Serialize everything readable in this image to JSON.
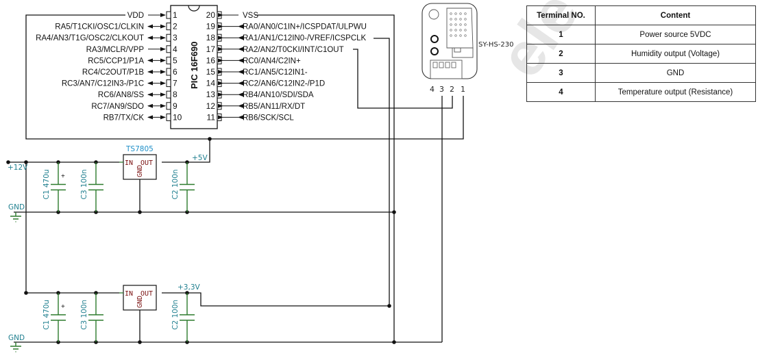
{
  "chip": {
    "name": "PIC 16F690",
    "left_pins": [
      {
        "num": "1",
        "label": "VDD",
        "dir": "in"
      },
      {
        "num": "2",
        "label": "RA5/T1CKI/OSC1/CLKIN",
        "dir": "bi"
      },
      {
        "num": "3",
        "label": "RA4/AN3/T1G/OSC2/CLKOUT",
        "dir": "bi"
      },
      {
        "num": "4",
        "label": "RA3/MCLR/VPP",
        "dir": "in"
      },
      {
        "num": "5",
        "label": "RC5/CCP1/P1A",
        "dir": "bi"
      },
      {
        "num": "6",
        "label": "RC4/C2OUT/P1B",
        "dir": "bi"
      },
      {
        "num": "7",
        "label": "RC3/AN7/C12IN3-/P1C",
        "dir": "bi"
      },
      {
        "num": "8",
        "label": "RC6/AN8/SS",
        "dir": "bi"
      },
      {
        "num": "9",
        "label": "RC7/AN9/SDO",
        "dir": "bi"
      },
      {
        "num": "10",
        "label": "RB7/TX/CK",
        "dir": "bi"
      }
    ],
    "right_pins": [
      {
        "num": "20",
        "label": "VSS",
        "dir": "in"
      },
      {
        "num": "19",
        "label": "RA0/AN0/C1IN+/ICSPDAT/ULPWU",
        "dir": "bi"
      },
      {
        "num": "18",
        "label": "RA1/AN1/C12IN0-/VREF/ICSPCLK",
        "dir": "bi"
      },
      {
        "num": "17",
        "label": "RA2/AN2/T0CKI/INT/C1OUT",
        "dir": "bi"
      },
      {
        "num": "16",
        "label": "RC0/AN4/C2IN+",
        "dir": "bi"
      },
      {
        "num": "15",
        "label": "RC1/AN5/C12IN1-",
        "dir": "bi"
      },
      {
        "num": "14",
        "label": "RC2/AN6/C12IN2-/P1D",
        "dir": "bi"
      },
      {
        "num": "13",
        "label": "RB4/AN10/SDI/SDA",
        "dir": "bi"
      },
      {
        "num": "12",
        "label": "RB5/AN11/RX/DT",
        "dir": "bi"
      },
      {
        "num": "11",
        "label": "RB6/SCK/SCL",
        "dir": "bi"
      }
    ]
  },
  "sensor": {
    "model": "SY-HS-230",
    "pins": [
      "4",
      "3",
      "2",
      "1"
    ]
  },
  "table": {
    "headers": [
      "Terminal NO.",
      "Content"
    ],
    "rows": [
      {
        "num": "1",
        "content": "Power source 5VDC"
      },
      {
        "num": "2",
        "content": "Humidity output (Voltage)"
      },
      {
        "num": "3",
        "content": "GND"
      },
      {
        "num": "4",
        "content": "Temperature output (Resistance)"
      }
    ],
    "watermark": "ele"
  },
  "power_top": {
    "input_label": "+12V",
    "gnd_label": "GND",
    "regulator": {
      "name": "TS7805",
      "in": "IN",
      "out": "OUT",
      "gnd": "GND"
    },
    "output_label": "+5V",
    "caps": [
      {
        "label": "C1 470u",
        "polarized": true
      },
      {
        "label": "C3 100n",
        "polarized": false
      },
      {
        "label": "C2 100n",
        "polarized": false
      }
    ]
  },
  "power_bottom": {
    "gnd_label": "GND",
    "regulator": {
      "name": "",
      "in": "IN",
      "out": "OUT",
      "gnd": "GND"
    },
    "output_label": "+3,3V",
    "caps": [
      {
        "label": "C1 470u",
        "polarized": true
      },
      {
        "label": "C3 100n",
        "polarized": false
      },
      {
        "label": "C2 100n",
        "polarized": false
      }
    ]
  },
  "colors": {
    "wire": "#111111",
    "capacitor": "#2c7a2c",
    "net_label": "#1f7f8f",
    "regulator_label": "#1e8fc8",
    "pin_marker": "#7a1010"
  }
}
